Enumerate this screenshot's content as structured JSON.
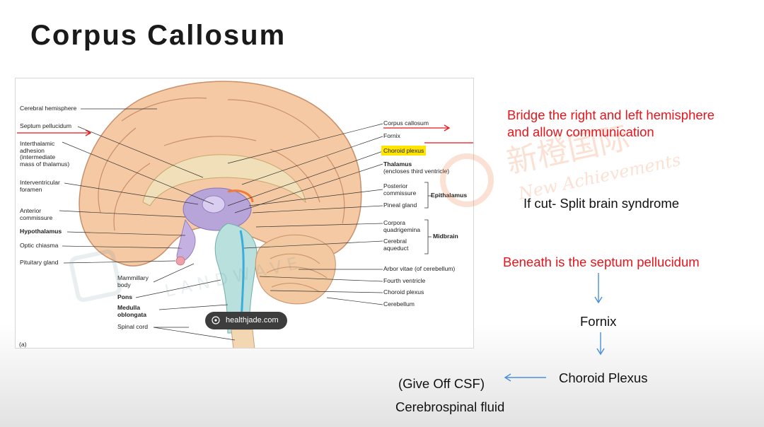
{
  "title": "Corpus Callosum",
  "figure": {
    "labels_left": {
      "cerebral_hemisphere": "Cerebral hemisphere",
      "septum_pellucidum": "Septum pellucidum",
      "interthalamic_adhesion": "Interthalamic\nadhesion\n(intermediate\nmass of thalamus)",
      "interventricular_foramen": "Interventricular\nforamen",
      "anterior_commissure": "Anterior\ncommissure",
      "hypothalamus": "Hypothalamus",
      "optic_chiasma": "Optic chiasma",
      "pituitary_gland": "Pituitary gland",
      "mammillary_body": "Mammillary\nbody",
      "pons": "Pons",
      "medulla_oblongata": "Medulla\noblongata",
      "spinal_cord": "Spinal cord",
      "panel_letter": "(a)"
    },
    "labels_right": {
      "corpus_callosum": "Corpus callosum",
      "fornix": "Fornix",
      "choroid_plexus_top": "Choroid plexus",
      "thalamus": "Thalamus",
      "thalamus_note": "(encloses third ventricle)",
      "posterior_commissure": "Posterior\ncommissure",
      "epithalamus": "Epithalamus",
      "pineal_gland": "Pineal gland",
      "corpora_quadrigemina": "Corpora\nquadrigemina",
      "midbrain": "Midbrain",
      "cerebral_aqueduct": "Cerebral\naqueduct",
      "arbor_vitae": "Arbor vitae (of cerebellum)",
      "fourth_ventricle": "Fourth ventricle",
      "choroid_plexus_bottom": "Choroid plexus",
      "cerebellum": "Cerebellum"
    },
    "source_badge": "healthjade.com"
  },
  "notes": {
    "bridge_line1": "Bridge the right and left hemisphere",
    "bridge_line2": "and  allow communication",
    "if_cut": "If cut- Split brain syndrome",
    "beneath": "Beneath is the septum pellucidum",
    "fornix": "Fornix",
    "choroid_plexus": "Choroid Plexus",
    "give_off": "(Give Off CSF)",
    "csf": "Cerebrospinal fluid"
  },
  "watermarks": {
    "cn_text": "新橙国际",
    "en_text": "New Achievements",
    "left_en": "LANDWAVE"
  },
  "colors": {
    "note_red": "#e8141b",
    "arrow_blue": "#4a8fd8",
    "highlight_yellow": "#ffe500",
    "annotation_arrow_red": "#e8141b"
  }
}
